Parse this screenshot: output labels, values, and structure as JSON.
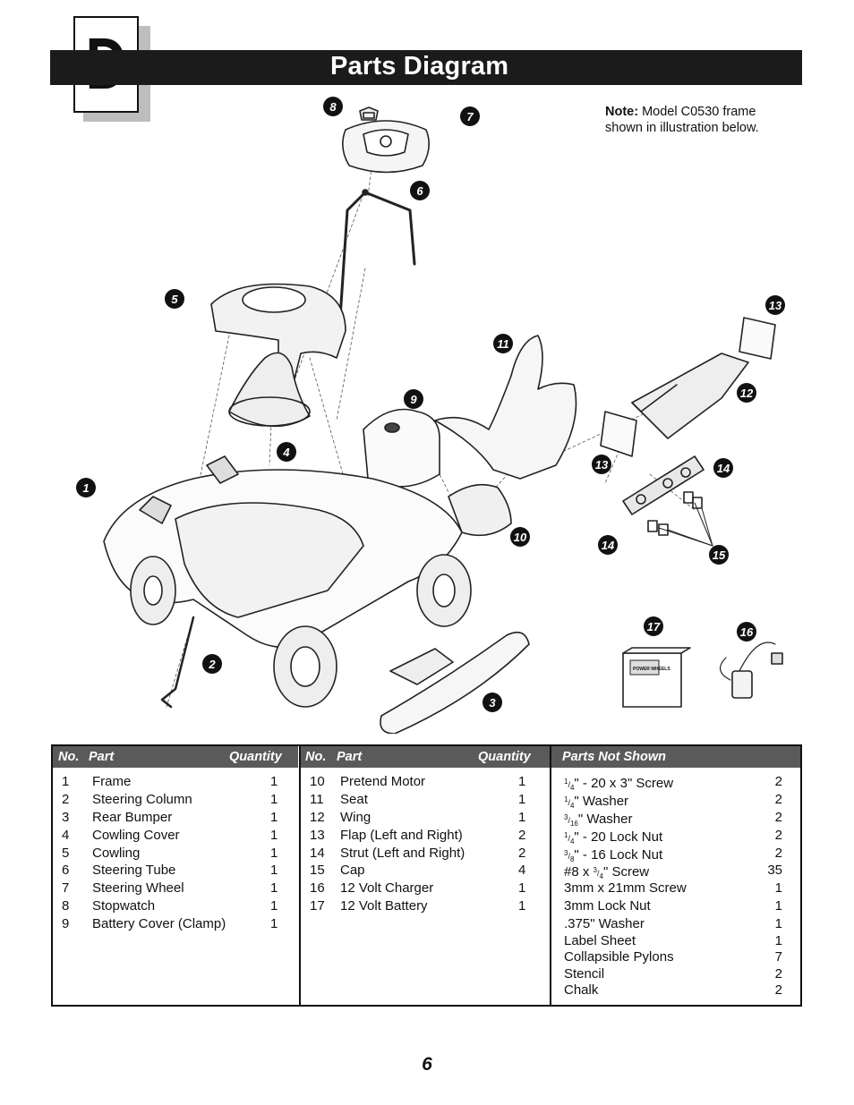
{
  "section": {
    "letter": "D",
    "title": "Parts Diagram"
  },
  "note": {
    "label": "Note:",
    "line1": "Model C0530 frame",
    "line2": "shown in illustration below."
  },
  "callouts": [
    "1",
    "2",
    "3",
    "4",
    "5",
    "6",
    "7",
    "8",
    "9",
    "10",
    "11",
    "12",
    "13",
    "13",
    "14",
    "14",
    "15",
    "16",
    "17"
  ],
  "battery_label": "POWER WHEELS",
  "table": {
    "col1_headers": {
      "no": "No.",
      "part": "Part",
      "qty": "Quantity"
    },
    "col2_headers": {
      "no": "No.",
      "part": "Part",
      "qty": "Quantity"
    },
    "col3_header": "Parts Not Shown",
    "parts_a": [
      {
        "no": "1",
        "part": "Frame",
        "qty": "1"
      },
      {
        "no": "2",
        "part": "Steering Column",
        "qty": "1"
      },
      {
        "no": "3",
        "part": "Rear Bumper",
        "qty": "1"
      },
      {
        "no": "4",
        "part": "Cowling Cover",
        "qty": "1"
      },
      {
        "no": "5",
        "part": "Cowling",
        "qty": "1"
      },
      {
        "no": "6",
        "part": "Steering Tube",
        "qty": "1"
      },
      {
        "no": "7",
        "part": "Steering Wheel",
        "qty": "1"
      },
      {
        "no": "8",
        "part": "Stopwatch",
        "qty": "1"
      },
      {
        "no": "9",
        "part": "Battery Cover (Clamp)",
        "qty": "1"
      }
    ],
    "parts_b": [
      {
        "no": "10",
        "part": "Pretend Motor",
        "qty": "1"
      },
      {
        "no": "11",
        "part": "Seat",
        "qty": "1"
      },
      {
        "no": "12",
        "part": "Wing",
        "qty": "1"
      },
      {
        "no": "13",
        "part": "Flap (Left and Right)",
        "qty": "2"
      },
      {
        "no": "14",
        "part": "Strut (Left and Right)",
        "qty": "2"
      },
      {
        "no": "15",
        "part": "Cap",
        "qty": "4"
      },
      {
        "no": "16",
        "part": "12 Volt Charger",
        "qty": "1"
      },
      {
        "no": "17",
        "part": "12 Volt Battery",
        "qty": "1"
      }
    ],
    "not_shown": [
      {
        "num": "1",
        "den": "4",
        "text": "\" - 20 x 3\" Screw",
        "qty": "2"
      },
      {
        "num": "1",
        "den": "4",
        "text": "\" Washer",
        "qty": "2"
      },
      {
        "num": "3",
        "den": "16",
        "text": "\" Washer",
        "qty": "2"
      },
      {
        "num": "1",
        "den": "4",
        "text": "\" - 20 Lock Nut",
        "qty": "2"
      },
      {
        "num": "3",
        "den": "8",
        "text": "\" - 16 Lock Nut",
        "qty": "2"
      },
      {
        "prefix": "#8 x ",
        "num": "3",
        "den": "4",
        "text": "\" Screw",
        "qty": "35"
      },
      {
        "text": "3mm x 21mm Screw",
        "qty": "1"
      },
      {
        "text": "3mm Lock Nut",
        "qty": "1"
      },
      {
        "text": ".375\" Washer",
        "qty": "1"
      },
      {
        "text": "Label Sheet",
        "qty": "1"
      },
      {
        "text": "Collapsible Pylons",
        "qty": "7"
      },
      {
        "text": "Stencil",
        "qty": "2"
      },
      {
        "text": "Chalk",
        "qty": "2"
      }
    ]
  },
  "page_number": "6"
}
